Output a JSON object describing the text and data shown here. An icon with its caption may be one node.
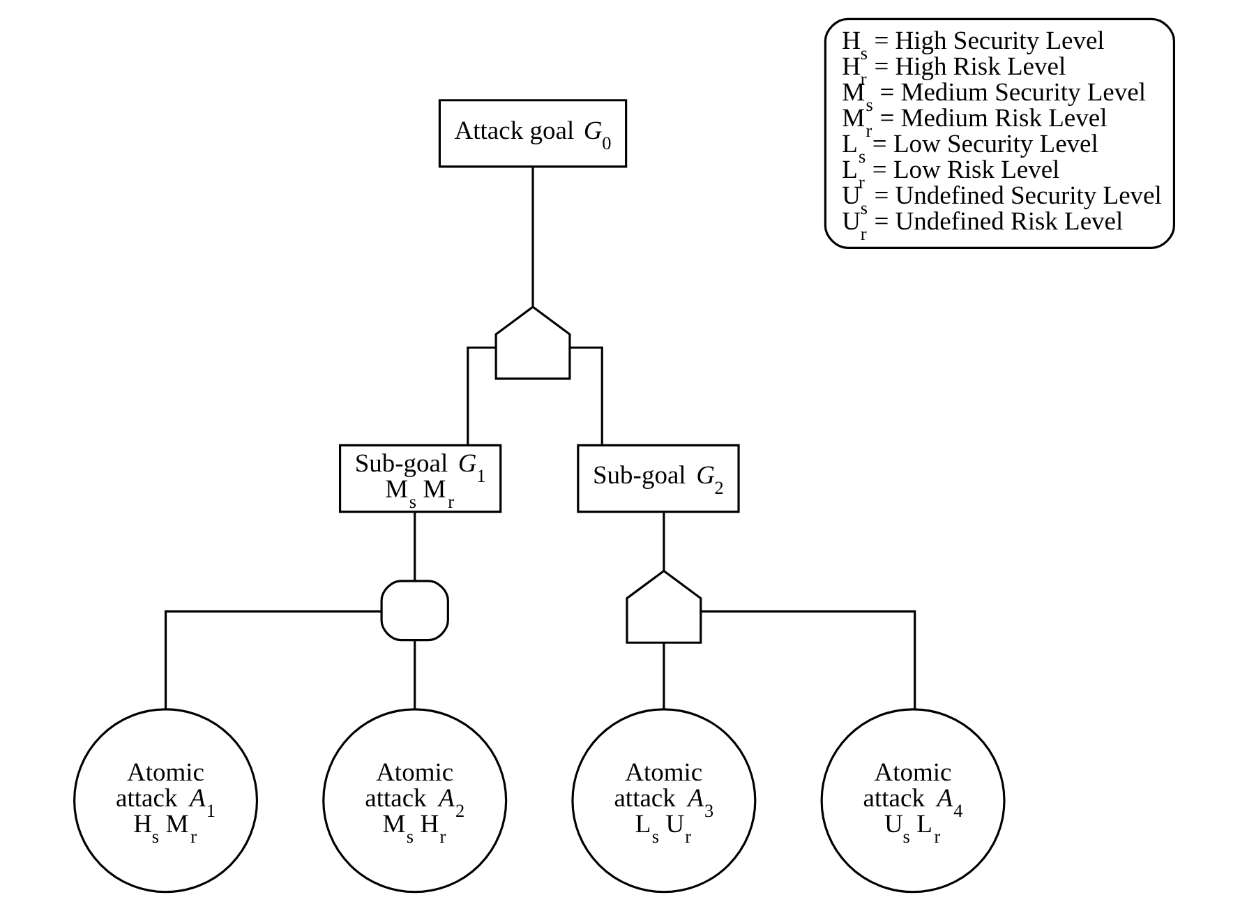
{
  "diagram": {
    "nodes": [
      {
        "text": [
          "Attack goal *G*$_{0}$"
        ]
      },
      {
        "text": [],
        "shape": "or-gate"
      },
      {
        "text": [
          "Sub-goal *G*$_{1}$",
          "M$_{s}$ M$_{r}$"
        ]
      },
      {
        "text": [
          "Sub-goal *G*$_{2}$"
        ]
      },
      {
        "text": [],
        "shape": "and-gate"
      },
      {
        "text": [],
        "shape": "or-gate"
      },
      {
        "text": [
          "Atomic attack *A*$_{1}$",
          "H$_{s}$ M$_{r}$"
        ]
      },
      {
        "text": [
          "Atomic attack *A*$_{2}$",
          "M$_{s}$ H$_{r}$"
        ]
      },
      {
        "text": [
          "Atomic attack *A*$_{3}$",
          "L$_{s}$ U$_{r}$"
        ]
      },
      {
        "text": [
          "Atomic attack *A*$_{4}$",
          "U$_{s}$ L$_{r}$"
        ]
      },
      {
        "text": [
          "H$_{s}$ = High Security Level",
          "H$_{r}$ = High Risk Level",
          "M$_{s}$ = Medium Security Level",
          "M$_{r}$ = Medium Risk Level",
          "L$_{s}$ = Low Security Level",
          "L$_{r}$ = Low Risk Level",
          "U$_{s}$ = Undefined Security Level",
          "U$_{r}$ = Undefined Risk Level"
        ]
      }
    ],
    "edges": [
      {
        "from": 0,
        "to": 1,
        "arrow": "none"
      },
      {
        "from": 1,
        "to": 2,
        "arrow": "none"
      },
      {
        "from": 1,
        "to": 3,
        "arrow": "none"
      },
      {
        "from": 2,
        "to": 4,
        "arrow": "none"
      },
      {
        "from": 3,
        "to": 5,
        "arrow": "none"
      },
      {
        "from": 4,
        "to": 6,
        "arrow": "none"
      },
      {
        "from": 4,
        "to": 7,
        "arrow": "none"
      },
      {
        "from": 5,
        "to": 8,
        "arrow": "none"
      },
      {
        "from": 5,
        "to": 9,
        "arrow": "none"
      }
    ]
  }
}
